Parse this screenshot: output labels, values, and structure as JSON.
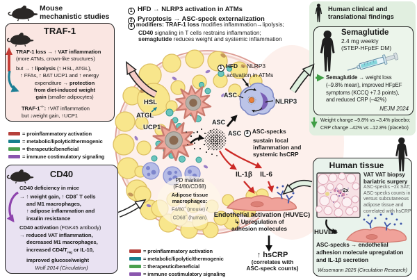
{
  "colors": {
    "red": "#b5413c",
    "teal": "#17808d",
    "green": "#4ba04f",
    "purple": "#8a56ae"
  },
  "header_mouse": {
    "l1": "Mouse",
    "l2": "mechanistic studies"
  },
  "traf1": {
    "title": "TRAF-1",
    "lines": [
      [
        [
          "b",
          "TRAF-1 loss → ↑ VAT inflammation"
        ]
      ],
      [
        [
          "",
          "(more ATMs, crown-like structures)"
        ]
      ],
      [
        [
          "",
          "but → "
        ],
        [
          "b",
          "↑ lipolysis"
        ],
        [
          "",
          " (↑ HSL, ATGL),"
        ]
      ],
      [
        [
          "",
          "↑ FFAs, ↑ BAT UCP1 and ↑ energy"
        ]
      ],
      [
        [
          "",
          "expenditure → "
        ],
        [
          "b",
          "protection"
        ]
      ],
      [
        [
          "b",
          "from diet-induced weight"
        ]
      ],
      [
        [
          "b",
          "gain"
        ],
        [
          "",
          " (smaller adipocytes)"
        ]
      ],
      [
        [
          "b",
          "TRAF-1"
        ],
        [
          "bsup",
          "–/–"
        ],
        [
          "b",
          ": "
        ],
        [
          "",
          "↑VAT inflammation"
        ]
      ],
      [
        [
          "",
          "but ↓weight gain, ↑UCP1"
        ]
      ]
    ]
  },
  "legend": {
    "items": [
      {
        "color": "#b5413c",
        "label": "= proinflammatory activation"
      },
      {
        "color": "#17808d",
        "label": "= metabolic/lipolytic/thermogenic"
      },
      {
        "color": "#4ba04f",
        "label": "= therapeutic/beneficial"
      },
      {
        "color": "#8a56ae",
        "label": "= immune costimulatory signaling"
      }
    ]
  },
  "cd40": {
    "title": "CD40",
    "lines": [
      [
        [
          "b",
          "CD40 deficiency in mice"
        ]
      ],
      [
        [
          "b",
          "→ ↑ weight gain, ↑ CD8"
        ],
        [
          "bsup",
          "+"
        ],
        [
          "b",
          " T cells"
        ]
      ],
      [
        [
          "b",
          "and M1 macrophages,"
        ]
      ],
      [
        [
          "b",
          "↑ adipose inflammation and"
        ]
      ],
      [
        [
          "b",
          "insulin resistance"
        ]
      ],
      [
        [
          "b",
          "CD40 activation"
        ],
        [
          "",
          " (FGK45 antibody)"
        ]
      ],
      [
        [
          "b",
          "→ reduced VAT inflammation,"
        ]
      ],
      [
        [
          "b",
          "decreased M1 macrophages,"
        ]
      ],
      [
        [
          "b",
          "increased CD4/T"
        ],
        [
          "bsub",
          "reg"
        ],
        [
          "b",
          " or IL-10,"
        ]
      ],
      [
        [
          "b",
          "improved glucose/weight"
        ]
      ]
    ],
    "ref": "Wolf 2014 (Circulation)"
  },
  "top_list": {
    "num1": "1",
    "item1": "HFD → NLRP3 activation in ATMs",
    "num2": "2",
    "item2": "Pyroptosis → ASC-speck externalization",
    "num4": "4",
    "item4": [
      [
        [
          "b",
          "modifiers: TRAF-1 loss"
        ],
        [
          "",
          " modifies inflammation→lipolysis;"
        ]
      ],
      [
        [
          "b",
          "CD40"
        ],
        [
          "",
          " signaling in T cells restrains inflammation;"
        ]
      ],
      [
        [
          "b",
          "semaglutide"
        ],
        [
          "",
          " reduces weight and systemic inflammation"
        ]
      ]
    ]
  },
  "center": {
    "step1_num": "1",
    "step1a": [
      [
        "b",
        "HFD"
      ],
      [
        "",
        " → NLRP3"
      ]
    ],
    "step1b": "activation in ATMs",
    "asc_top": "ASC",
    "asc_mid": "ASC",
    "asc_right": "ASC",
    "nlrp3": "NLRP3",
    "hsl": "HSL",
    "atgl": "ATGL",
    "ucp1": "UCP1",
    "step3_num": "3",
    "step3_title": "ASC-specks",
    "step3_lines": [
      "sustain local",
      "inflammation and",
      "systemic hsCRP"
    ],
    "il1b": "IL-1β",
    "il6": "IL-6",
    "endo": "Endothelial activation (HUVEC)",
    "upreg1": "↳ Upregulation of",
    "upreg2": "adhesion molecules",
    "hscrp1": "↑ hsCRP",
    "hscrp2": "(correlates with",
    "hscrp3": "ASC-speck counts)",
    "pd1": "PD markers",
    "pd2": "(F4/80/CD68)",
    "atm1": "Adipose tissue",
    "atm2": "macrophages:",
    "atm3": [
      [
        "g",
        "F4/80"
      ],
      [
        "gsup",
        "+"
      ],
      [
        "g",
        " (mouse) /"
      ]
    ],
    "atm4": [
      [
        "g",
        "CD68"
      ],
      [
        "gsup",
        "+"
      ],
      [
        "g",
        " (human)"
      ]
    ]
  },
  "clinical": {
    "header1": "Human clinical and",
    "header2": "translational findings",
    "drug": "Semaglutide",
    "dose": "2.4 mg weekly",
    "trial": "(STEP-HFpEF DM)",
    "r0": [
      [
        "b",
        "Semaglutide"
      ],
      [
        "",
        " → weight loss"
      ]
    ],
    "r1": "(–9.8% mean), improved HFpEF",
    "r2": "symptoms (KCCQ +7.3 points),",
    "r3": "and reduced CRP (–42%)",
    "ref": "NEJM 2024",
    "down1": "Weight change –9.8% vs –3.4% placebo;",
    "down2": "CRP change –42% vs –12.8% (placebo)"
  },
  "tissue": {
    "title": "Human tissue",
    "b1": "VAT VAT biopsy",
    "b2": "bariatric surgery",
    "gray": [
      "ASC-specks ~2x SAT;",
      "ASC-specks counts in",
      "versus subcutaneous",
      "adipose tissue and",
      "correlated with hsCRP"
    ],
    "mag": "~2x",
    "huvec": "HUVEC",
    "c1": "ASC-specks → endothelial",
    "c2": "adhesion molecule upregulation",
    "c3": "and IL-1β secretion",
    "ref": "Wissemann 2025 (Circulation Research)"
  }
}
